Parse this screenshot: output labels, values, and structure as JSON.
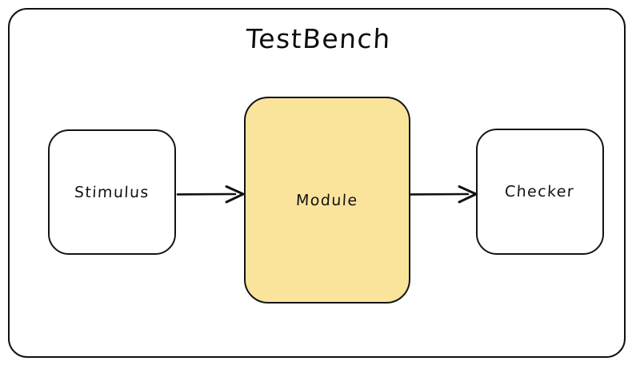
{
  "diagram": {
    "title": "TestBench",
    "background_color": "#ffffff",
    "border_color": "#141414",
    "nodes": [
      {
        "id": "stimulus",
        "label": "Stimulus",
        "fill": "#ffffff",
        "shape": "rounded-rectangle"
      },
      {
        "id": "module",
        "label": "Module",
        "fill": "#fae49c",
        "shape": "rounded-rectangle"
      },
      {
        "id": "checker",
        "label": "Checker",
        "fill": "#ffffff",
        "shape": "rounded-rectangle"
      }
    ],
    "edges": [
      {
        "id": "stimulus-to-module",
        "from": "Stimulus",
        "to": "Module",
        "label": "",
        "style": "solid-arrow"
      },
      {
        "id": "module-to-checker",
        "from": "Module",
        "to": "Checker",
        "label": "",
        "style": "solid-arrow"
      }
    ]
  }
}
